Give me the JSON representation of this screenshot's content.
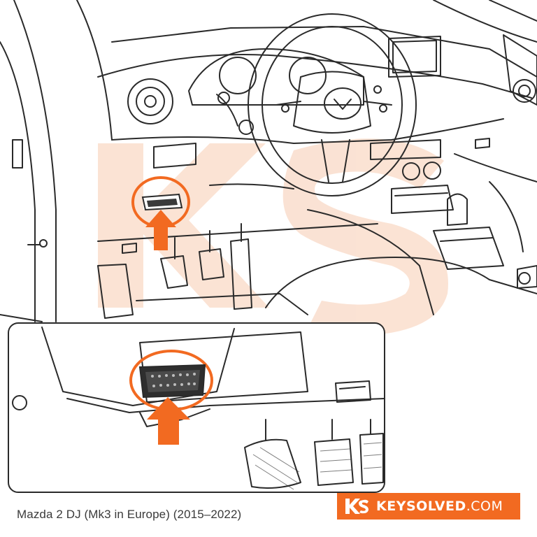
{
  "caption": "Mazda 2 DJ (Mk3 in Europe) (2015–2022)",
  "brand": {
    "name": "KEYSOLVED",
    "tld": ".COM",
    "color": "#f26a21",
    "watermark_color": "#f9d9c6"
  },
  "icons": {
    "logo": "ks-logo-icon",
    "pointer": "arrow-up-icon",
    "highlight": "obd-port-highlight"
  }
}
